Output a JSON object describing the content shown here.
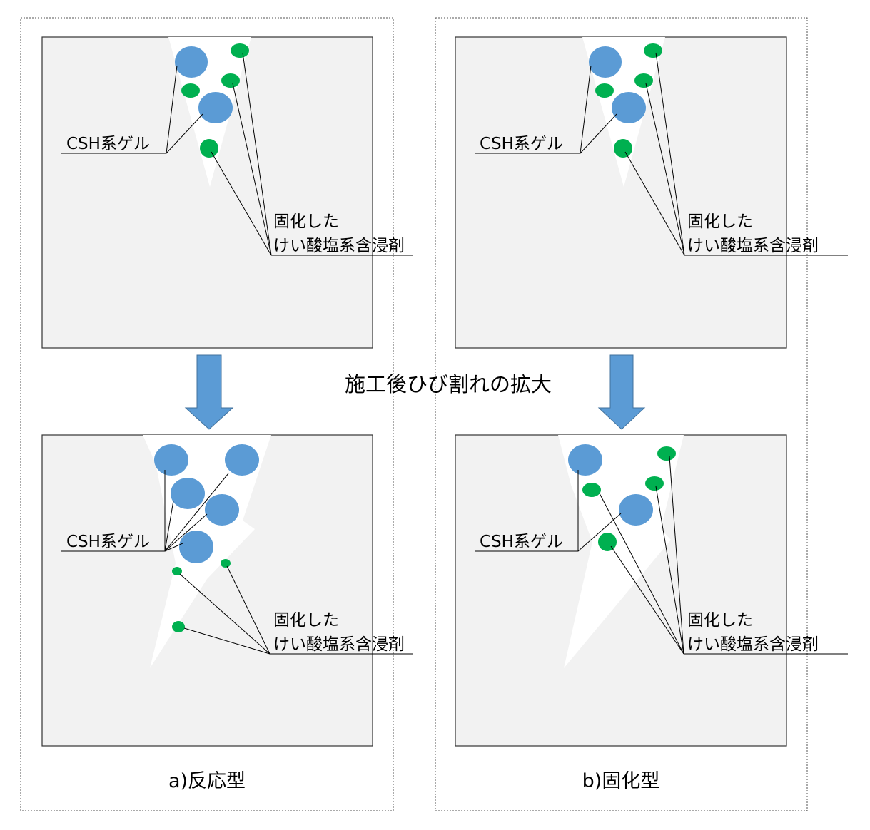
{
  "labels": {
    "gel": "CSH系ゲル",
    "agent_line1": "固化した",
    "agent_line2": "けい酸塩系含浸剤",
    "expansion": "施工後ひび割れの拡大",
    "caption_a": "a)反応型",
    "caption_b": "b)固化型"
  },
  "colors": {
    "gel": "#5b9bd5",
    "agent": "#00b050",
    "concrete": "#f2f2f2",
    "arrow": "#5b9bd5"
  }
}
